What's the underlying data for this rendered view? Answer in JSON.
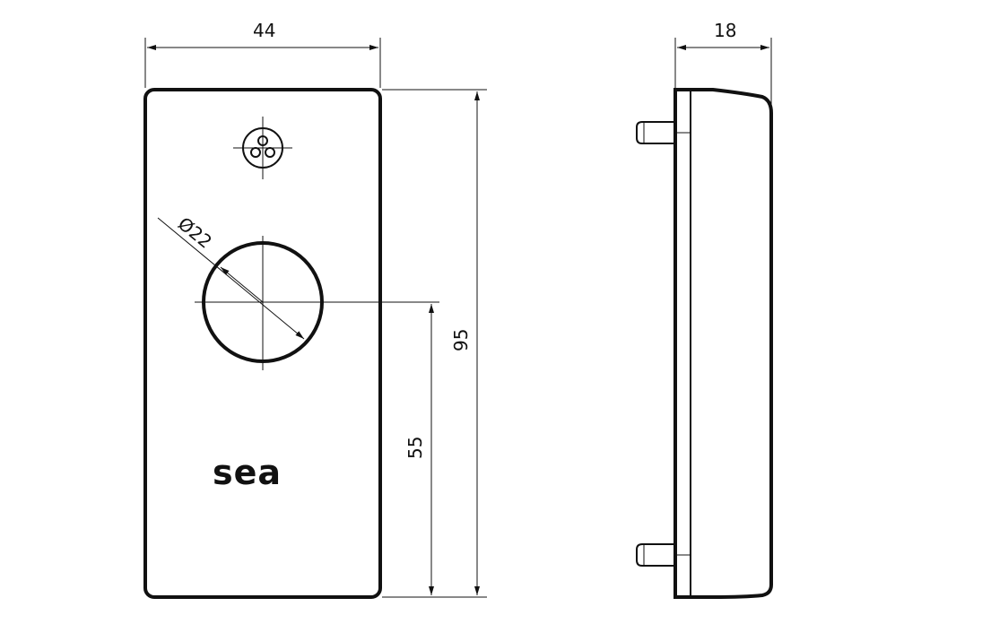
{
  "drawing": {
    "front_view": {
      "width_dim": "44",
      "height_dim": "95",
      "hole_center_dim": "55",
      "hole_diameter_dim": "Ø22",
      "brand": "sea"
    },
    "side_view": {
      "depth_dim": "18"
    }
  }
}
